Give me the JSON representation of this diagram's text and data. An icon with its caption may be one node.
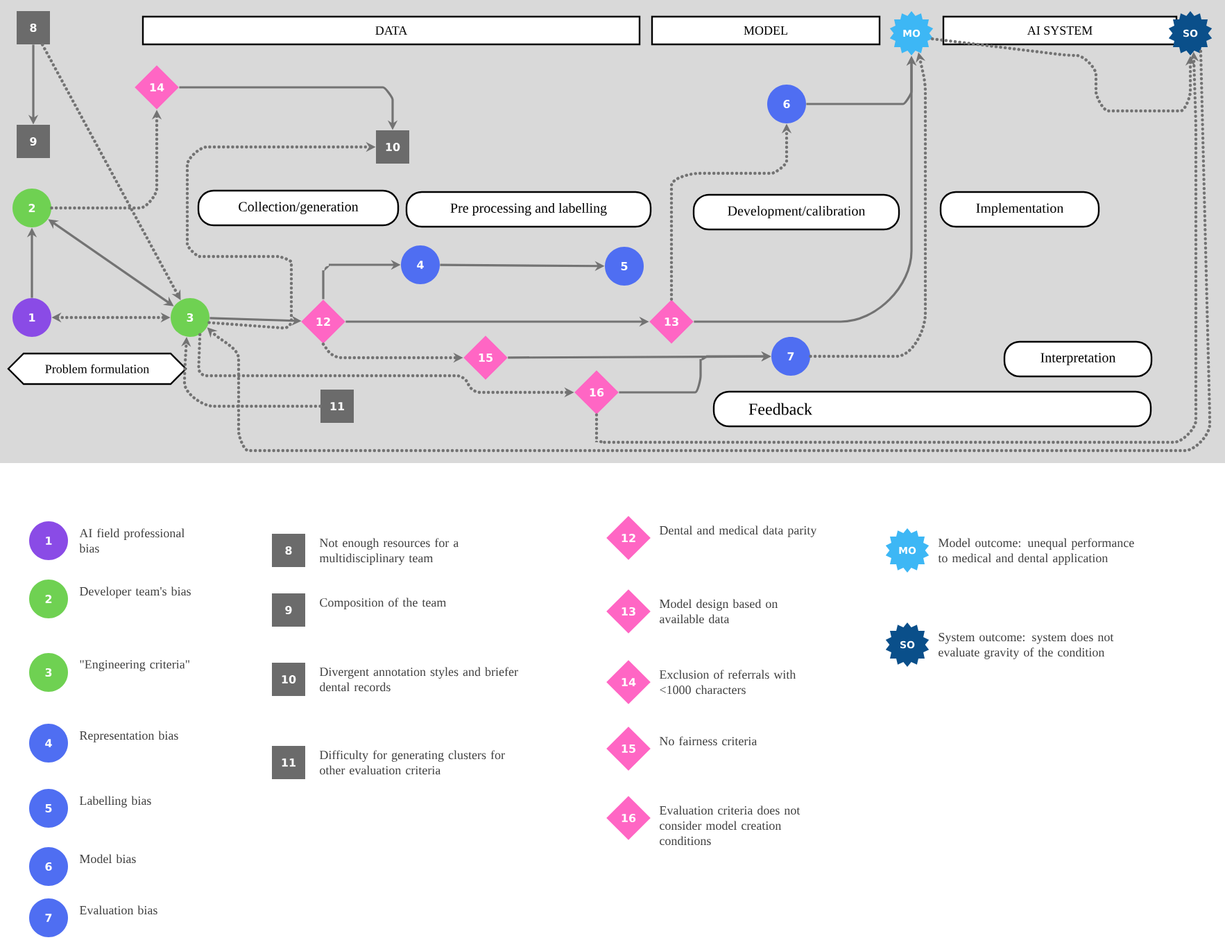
{
  "diagram": {
    "nodes": [
      {
        "text": [
          "DATA"
        ]
      },
      {
        "text": [
          "MODEL"
        ]
      },
      {
        "text": [
          "AI SYSTEM"
        ]
      },
      {
        "text": [
          "8"
        ]
      },
      {
        "text": [
          "9"
        ]
      },
      {
        "text": [
          "14"
        ]
      },
      {
        "text": [
          "10"
        ]
      },
      {
        "text": [
          "MO"
        ]
      },
      {
        "text": [
          "SO"
        ]
      },
      {
        "text": [
          "6"
        ]
      },
      {
        "text": [
          "2"
        ]
      },
      {
        "text": [
          "Collection/generation"
        ]
      },
      {
        "text": [
          "Pre processing and labelling"
        ]
      },
      {
        "text": [
          "Development/calibration"
        ]
      },
      {
        "text": [
          "Implementation"
        ]
      },
      {
        "text": [
          "4"
        ]
      },
      {
        "text": [
          "5"
        ]
      },
      {
        "text": [
          "1"
        ]
      },
      {
        "text": [
          "3"
        ]
      },
      {
        "text": [
          "12"
        ]
      },
      {
        "text": [
          "13"
        ]
      },
      {
        "text": [
          "Problem formulation"
        ]
      },
      {
        "text": [
          "15"
        ]
      },
      {
        "text": [
          "7"
        ]
      },
      {
        "text": [
          "Interpretation"
        ]
      },
      {
        "text": [
          "11"
        ]
      },
      {
        "text": [
          "16"
        ]
      },
      {
        "text": [
          "Feedback"
        ]
      },
      {
        "text": [
          "1"
        ],
        "beside": [
          "AI field professional bias"
        ]
      },
      {
        "text": [
          "2"
        ],
        "beside": [
          "Developer team's bias"
        ]
      },
      {
        "text": [
          "3"
        ],
        "beside": [
          "\"Engineering criteria\""
        ]
      },
      {
        "text": [
          "4"
        ],
        "beside": [
          "Representation bias"
        ]
      },
      {
        "text": [
          "5"
        ],
        "beside": [
          "Labelling bias"
        ]
      },
      {
        "text": [
          "6"
        ],
        "beside": [
          "Model bias"
        ]
      },
      {
        "text": [
          "7"
        ],
        "beside": [
          "Evaluation bias"
        ]
      },
      {
        "text": [
          "8"
        ],
        "beside": [
          "Not enough resources for a multidisciplinary team"
        ]
      },
      {
        "text": [
          "9"
        ],
        "beside": [
          "Composition of the team"
        ]
      },
      {
        "text": [
          "10"
        ],
        "beside": [
          "Divergent annotation styles and briefer dental records"
        ]
      },
      {
        "text": [
          "11"
        ],
        "beside": [
          "Difficulty for generating clusters for other evaluation criteria"
        ]
      },
      {
        "text": [
          "12"
        ],
        "beside": [
          "Dental and medical data parity"
        ]
      },
      {
        "text": [
          "13"
        ],
        "beside": [
          "Model design based on available data"
        ]
      },
      {
        "text": [
          "14"
        ],
        "beside": [
          "Exclusion of referrals with <1000 characters"
        ]
      },
      {
        "text": [
          "15"
        ],
        "beside": [
          "No fairness criteria"
        ]
      },
      {
        "text": [
          "16"
        ],
        "beside": [
          "Evaluation criteria does not consider model creation conditions"
        ]
      },
      {
        "text": [
          "MO"
        ],
        "beside": [
          "Model outcome: unequal performance to medical and dental application"
        ]
      },
      {
        "text": [
          "SO"
        ],
        "beside": [
          "System outcome: system does not evaluate gravity of the condition"
        ]
      }
    ],
    "edges": [
      {
        "from": 3,
        "to": 4,
        "arrow": "to"
      },
      {
        "from": 3,
        "to": 18,
        "arrow": "to",
        "style": "dashed"
      },
      {
        "from": 10,
        "to": 5,
        "arrow": "to",
        "style": "dashed"
      },
      {
        "from": 5,
        "to": 6,
        "arrow": "to"
      },
      {
        "from": 17,
        "to": 10,
        "arrow": "to"
      },
      {
        "from": 10,
        "to": 18,
        "arrow": "both"
      },
      {
        "from": 17,
        "to": 18,
        "arrow": "both",
        "style": "dashed"
      },
      {
        "from": 18,
        "to": 19,
        "arrow": "to"
      },
      {
        "from": 18,
        "to": 6,
        "arrow": "to",
        "style": "dashed"
      },
      {
        "from": 19,
        "to": 15,
        "arrow": "to"
      },
      {
        "from": 15,
        "to": 16,
        "arrow": "to"
      },
      {
        "from": 19,
        "to": 20,
        "arrow": "to"
      },
      {
        "from": 20,
        "to": 7,
        "arrow": "to"
      },
      {
        "from": 9,
        "to": 7,
        "arrow": "to"
      },
      {
        "from": 20,
        "to": 9,
        "arrow": "to",
        "style": "dashed"
      },
      {
        "from": 19,
        "to": 22,
        "arrow": "to",
        "style": "dashed"
      },
      {
        "from": 22,
        "to": 23,
        "arrow": "to"
      },
      {
        "from": 26,
        "to": 23,
        "arrow": "to"
      },
      {
        "from": 23,
        "to": 7,
        "arrow": "to",
        "style": "dashed"
      },
      {
        "from": 7,
        "to": 8,
        "arrow": "to",
        "style": "dashed"
      },
      {
        "from": 18,
        "to": 26,
        "arrow": "to",
        "style": "dashed"
      },
      {
        "from": 25,
        "to": 18,
        "arrow": "to",
        "style": "dashed"
      },
      {
        "from": 26,
        "to": 8,
        "arrow": "to",
        "style": "dashed"
      },
      {
        "from": 8,
        "to": 18,
        "arrow": "to",
        "style": "dashed"
      }
    ]
  }
}
